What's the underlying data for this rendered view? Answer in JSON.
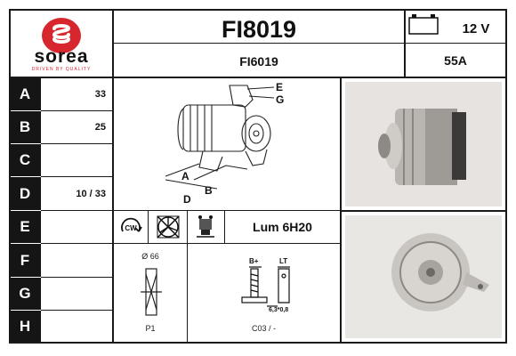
{
  "brand": {
    "name": "sorea",
    "tagline": "DRIVEN BY QUALITY",
    "color": "#d7262e"
  },
  "header": {
    "part_number": "FI8019",
    "reference": "FI6019",
    "voltage": "12 V",
    "amperage": "55A"
  },
  "rows": [
    {
      "letter": "A",
      "value": "33"
    },
    {
      "letter": "B",
      "value": "25"
    },
    {
      "letter": "C",
      "value": ""
    },
    {
      "letter": "D",
      "value": "10 / 33"
    },
    {
      "letter": "E",
      "value": ""
    },
    {
      "letter": "F",
      "value": ""
    },
    {
      "letter": "G",
      "value": ""
    },
    {
      "letter": "H",
      "value": ""
    }
  ],
  "diagram_labels": {
    "e": "E",
    "g": "G",
    "a": "A",
    "b": "B",
    "d": "D"
  },
  "icons": {
    "rotation": "cw-rotation-icon",
    "no_fan": "no-fan-icon",
    "regulator": "regulator-icon",
    "battery": "battery-icon"
  },
  "rotation_label": "CW",
  "lamp": "Lum 6H20",
  "pulley": {
    "diameter": "Ø 66",
    "type": "P1"
  },
  "connector": {
    "b_plus": "B+",
    "lt": "LT",
    "terminal": "6,3*0,8",
    "code": "C03 / -"
  }
}
